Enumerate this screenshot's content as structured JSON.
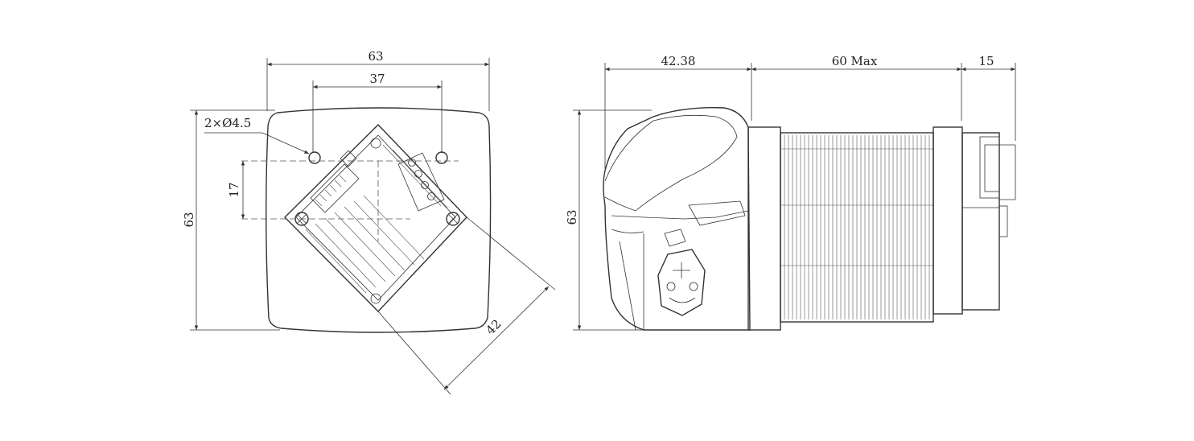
{
  "front_view": {
    "width_label": "63",
    "hole_spacing_label": "37",
    "hole_callout": "2×Ø4.5",
    "height_label": "63",
    "hole_offset_label": "17",
    "diagonal_label": "42"
  },
  "side_view": {
    "depth_label": "42.38",
    "body_length_label": "60 Max",
    "rear_label": "15",
    "height_label": "63"
  }
}
